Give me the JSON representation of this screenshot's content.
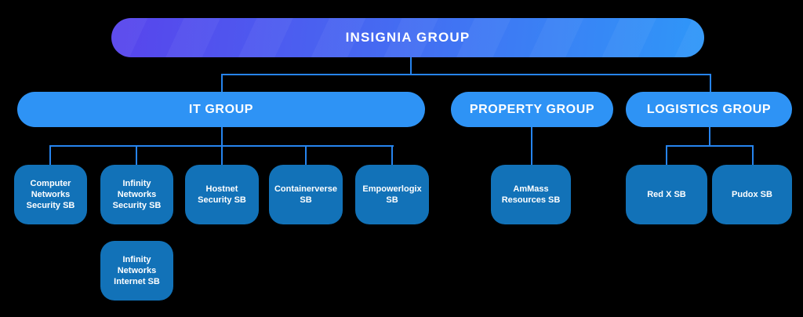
{
  "org": {
    "root": {
      "label": "INSIGNIA GROUP"
    },
    "groups": [
      {
        "label": "IT GROUP",
        "children": [
          {
            "label": "Computer\nNetworks\nSecurity SB"
          },
          {
            "label": "Infinity\nNetworks\nSecurity SB"
          },
          {
            "label": "Hostnet\nSecurity SB"
          },
          {
            "label": "Containerverse\nSB"
          },
          {
            "label": "Empowerlogix\nSB"
          }
        ]
      },
      {
        "label": "PROPERTY GROUP",
        "children": [
          {
            "label": "AmMass\nResources SB"
          }
        ]
      },
      {
        "label": "LOGISTICS GROUP",
        "children": [
          {
            "label": "Red X SB"
          },
          {
            "label": "Pudox SB"
          }
        ]
      }
    ],
    "sub_units": [
      {
        "label": "Infinity\nNetworks\nInternet SB",
        "parent": "Infinity Networks Security SB"
      }
    ]
  },
  "colors": {
    "background": "#000000",
    "root_gradient_start": "#5844ec",
    "root_gradient_end": "#2f97f8",
    "group_pill": "#2e93f5",
    "unit_box": "#1272b8",
    "connector": "#2684ee",
    "text": "#ffffff"
  }
}
